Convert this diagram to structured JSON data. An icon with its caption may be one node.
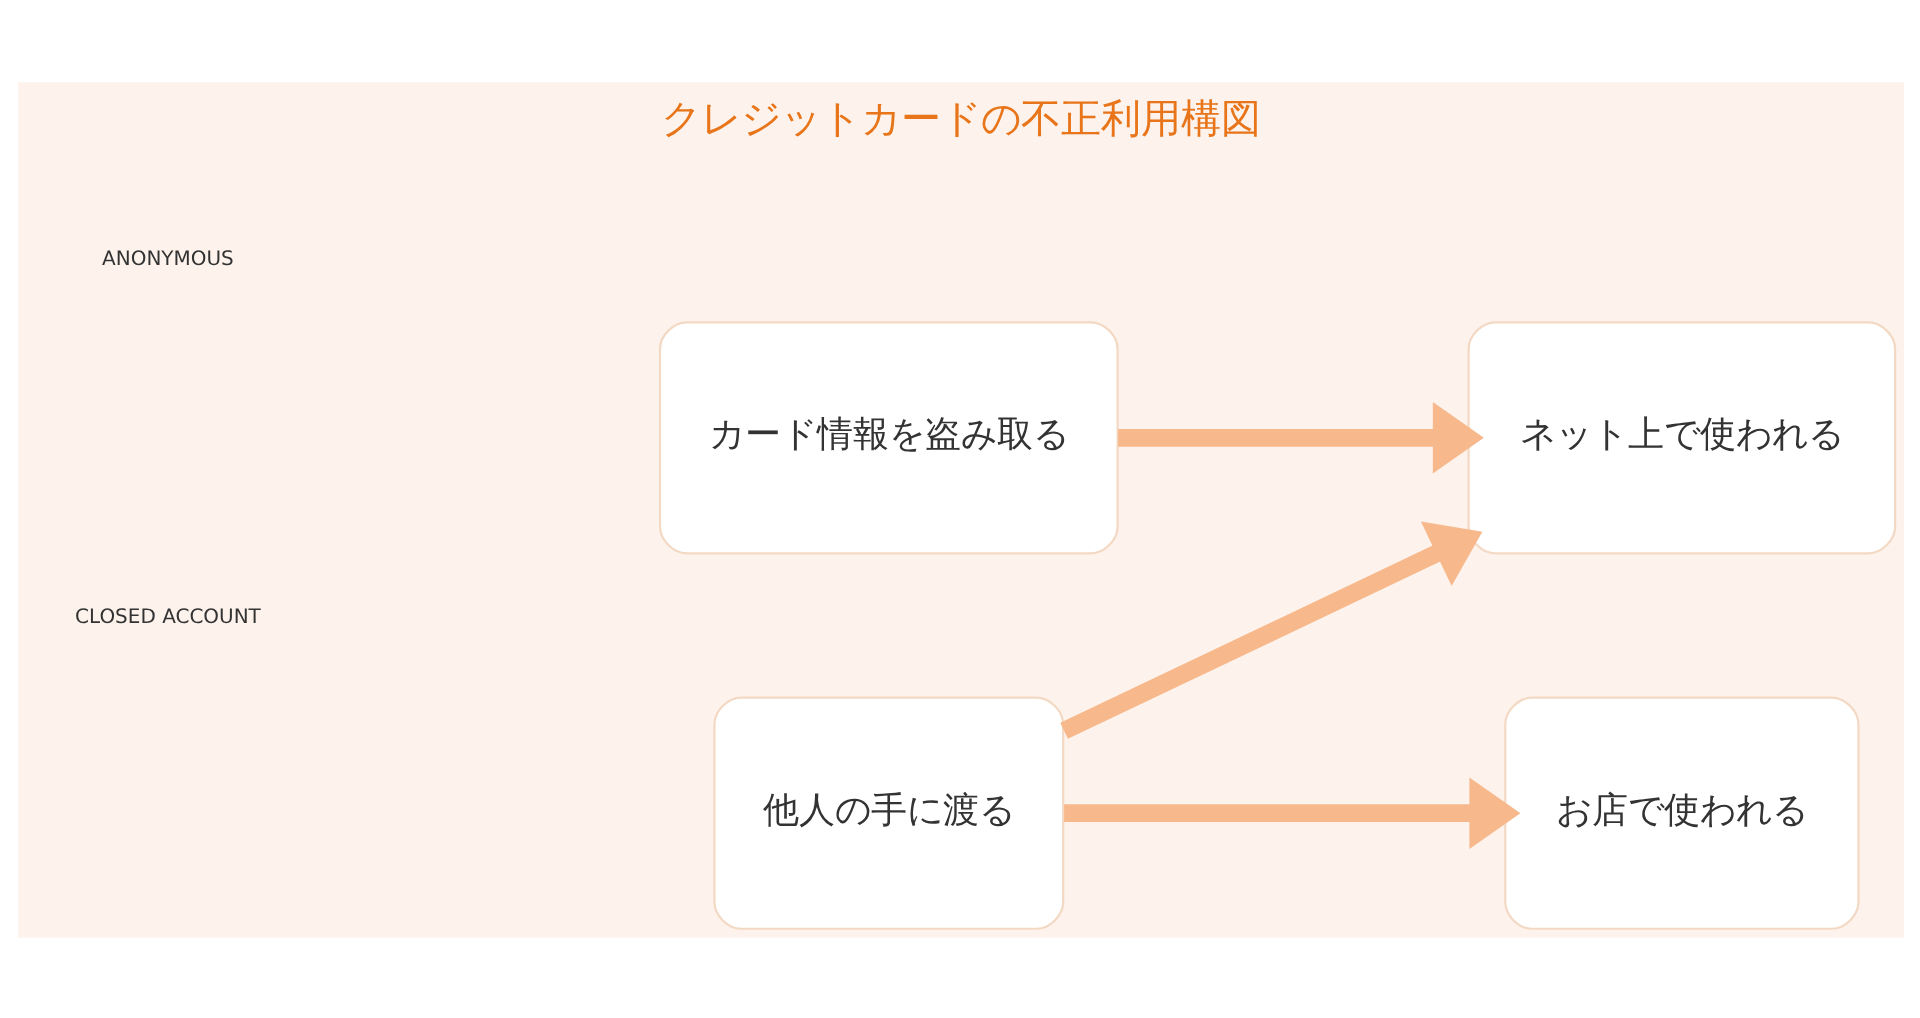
{
  "diagram": {
    "title": "クレジットカードの不正利用構図",
    "nodes": [
      {
        "text": [
          "カード情報を盗み取る"
        ]
      },
      {
        "text": [
          "ネット上で使われる"
        ]
      },
      {
        "text": [
          "他人の手に渡る"
        ]
      },
      {
        "text": [
          "お店で使われる"
        ]
      }
    ],
    "edges": [
      {
        "from": 0,
        "to": 1,
        "arrow": "to"
      },
      {
        "from": 2,
        "to": 1,
        "arrow": "to"
      },
      {
        "from": 2,
        "to": 3,
        "arrow": "to"
      }
    ],
    "labels": [
      "ANONYMOUS",
      "CLOSED ACCOUNT"
    ]
  }
}
